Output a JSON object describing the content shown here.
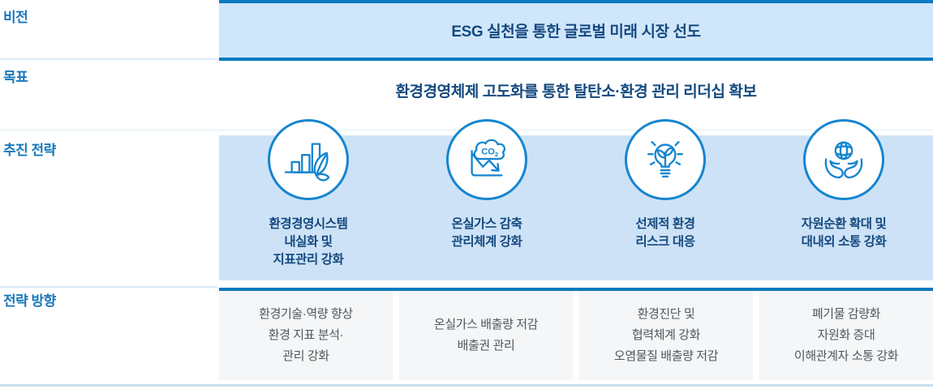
{
  "colors": {
    "accent_blue": "#0c7ac0",
    "banner_bg": "#d0e6fa",
    "band_bg": "#cde2f6",
    "heading_navy": "#14497f",
    "row_label_blue": "#1878ba",
    "icon_blue": "#1585d0",
    "direction_box_bg": "#f5f6f7",
    "direction_text_gray": "#51575b"
  },
  "rows": {
    "vision": {
      "label": "비전",
      "text": "ESG 실천을 통한 글로벌 미래 시장 선도"
    },
    "goal": {
      "label": "목표",
      "text": "환경경영체제 고도화를 통한 탈탄소·환경 관리 리더십 확보"
    },
    "strategy": {
      "label": "추진 전략",
      "pillars": [
        {
          "icon": "bar-chart-leaf-icon",
          "lines": [
            "환경경영시스템",
            "내실화 및",
            "지표관리 강화"
          ]
        },
        {
          "icon": "co2-reduction-icon",
          "icon_text": "CO",
          "icon_text_sub": "2",
          "lines": [
            "온실가스 감축",
            "관리체계 강화"
          ]
        },
        {
          "icon": "lightbulb-sprout-icon",
          "lines": [
            "선제적 환경",
            "리스크 대응"
          ]
        },
        {
          "icon": "hands-globe-icon",
          "lines": [
            "자원순환 확대 및",
            "대내외 소통 강화"
          ]
        }
      ]
    },
    "direction": {
      "label": "전략 방향",
      "boxes": [
        {
          "lines": [
            "환경기술·역량 향상",
            "환경 지표 분석·",
            "관리 강화"
          ]
        },
        {
          "lines": [
            "온실가스 배출량 저감",
            "배출권 관리"
          ]
        },
        {
          "lines": [
            "환경진단 및",
            "협력체계 강화",
            "오염물질 배출량 저감"
          ]
        },
        {
          "lines": [
            "폐기물 감량화",
            "자원화 증대",
            "이해관계자 소통 강화"
          ]
        }
      ]
    }
  }
}
